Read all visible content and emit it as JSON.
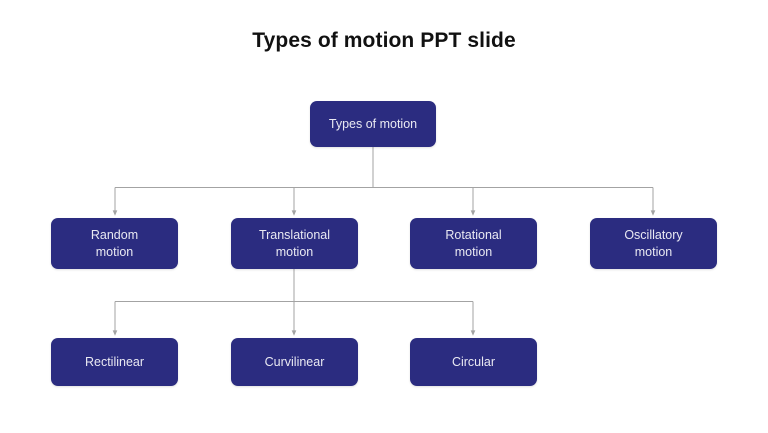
{
  "page": {
    "title": "Types of motion PPT slide",
    "background_color": "#ffffff",
    "node_fill_color": "#2b2c80",
    "node_text_color": "#e9e9f2",
    "connector_color": "#a3a3a3",
    "title_color": "#111111"
  },
  "diagram": {
    "type": "tree",
    "root": {
      "id": "types-of-motion",
      "label": "Types of motion"
    },
    "level2": [
      {
        "id": "random-motion",
        "label": "Random\nmotion"
      },
      {
        "id": "translational-motion",
        "label": "Translational\nmotion"
      },
      {
        "id": "rotational-motion",
        "label": "Rotational\nmotion"
      },
      {
        "id": "oscillatory-motion",
        "label": "Oscillatory\nmotion"
      }
    ],
    "level3": [
      {
        "id": "rectilinear",
        "label": "Rectilinear"
      },
      {
        "id": "curvilinear",
        "label": "Curvilinear"
      },
      {
        "id": "circular",
        "label": "Circular"
      }
    ],
    "edges": [
      {
        "from": "types-of-motion",
        "to": "random-motion"
      },
      {
        "from": "types-of-motion",
        "to": "translational-motion"
      },
      {
        "from": "types-of-motion",
        "to": "rotational-motion"
      },
      {
        "from": "types-of-motion",
        "to": "oscillatory-motion"
      },
      {
        "from": "translational-motion",
        "to": "rectilinear"
      },
      {
        "from": "translational-motion",
        "to": "curvilinear"
      },
      {
        "from": "translational-motion",
        "to": "circular"
      }
    ]
  }
}
